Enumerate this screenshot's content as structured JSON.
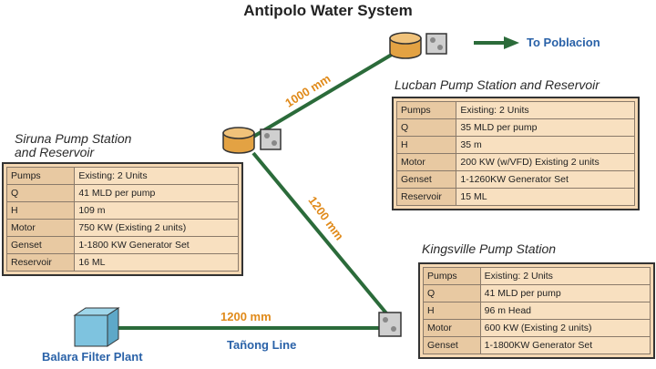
{
  "title": "Antipolo Water System",
  "colors": {
    "pipeline": "#2b6b3a",
    "tank": "#e3a243",
    "box_fill": "#f6d9b4",
    "label_orange": "#e08a1a",
    "label_blue": "#2a62a8"
  },
  "siruna": {
    "caption_line1": "Siruna Pump Station",
    "caption_line2": "and Reservoir",
    "rows": [
      [
        "Pumps",
        "Existing: 2 Units"
      ],
      [
        "Q",
        "41 MLD per pump"
      ],
      [
        "H",
        "109 m"
      ],
      [
        "Motor",
        "750 KW (Existing 2 units)"
      ],
      [
        "Genset",
        "1-1800 KW Generator Set"
      ],
      [
        "Reservoir",
        "16 ML"
      ]
    ]
  },
  "lucban": {
    "caption": "Lucban Pump Station and Reservoir",
    "rows": [
      [
        "Pumps",
        "Existing: 2 Units"
      ],
      [
        "Q",
        "35 MLD per pump"
      ],
      [
        "H",
        "35 m"
      ],
      [
        "Motor",
        "200 KW (w/VFD) Existing 2 units"
      ],
      [
        "Genset",
        "1-1260KW Generator Set"
      ],
      [
        "Reservoir",
        "15 ML"
      ]
    ]
  },
  "kingsville": {
    "caption": "Kingsville Pump Station",
    "rows": [
      [
        "Pumps",
        "Existing: 2 Units"
      ],
      [
        "Q",
        "41 MLD per pump"
      ],
      [
        "H",
        "96 m Head"
      ],
      [
        "Motor",
        "600 KW (Existing 2 units)"
      ],
      [
        "Genset",
        "1-1800KW Generator Set"
      ]
    ]
  },
  "pipes": {
    "siruna_lucban": "1000 mm",
    "siruna_kingsville": "1200 mm",
    "balara_kingsville": "1200 mm",
    "balara_kingsville_name": "Tañong Line"
  },
  "to_poblacion": "To Poblacion",
  "balara": "Balara Filter Plant"
}
